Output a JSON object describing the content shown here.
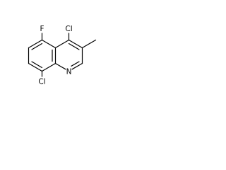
{
  "molecule": {
    "atoms": {
      "fluorine": "F",
      "chlorine_4": "Cl",
      "chlorine_8": "Cl",
      "nitrogen": "N"
    }
  }
}
